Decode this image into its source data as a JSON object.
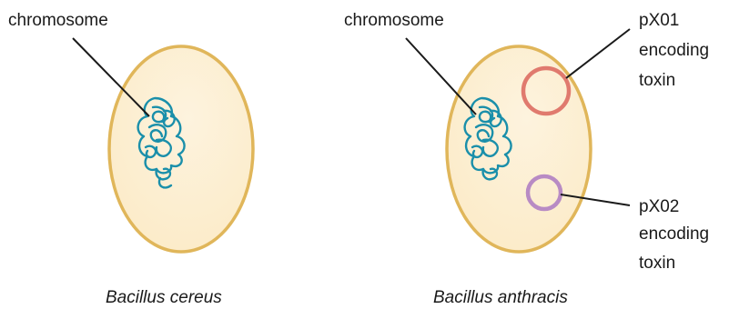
{
  "colors": {
    "cell_fill": "#FCEBC8",
    "cell_fill_highlight": "#FDF3DE",
    "cell_stroke": "#E0B65A",
    "chromosome": "#1A8FAA",
    "plasmid_1": "#E07A6E",
    "plasmid_2": "#B88BC4",
    "text": "#1a1a1a"
  },
  "cells": [
    {
      "caption": "Bacillus cereus",
      "chromosome_label": "chromosome",
      "plasmids": []
    },
    {
      "caption": "Bacillus anthracis",
      "chromosome_label": "chromosome",
      "plasmids": [
        {
          "label_lines": [
            "pX01",
            "encoding",
            "toxin"
          ]
        },
        {
          "label_lines": [
            "pX02",
            "encoding",
            "toxin"
          ]
        }
      ]
    }
  ]
}
